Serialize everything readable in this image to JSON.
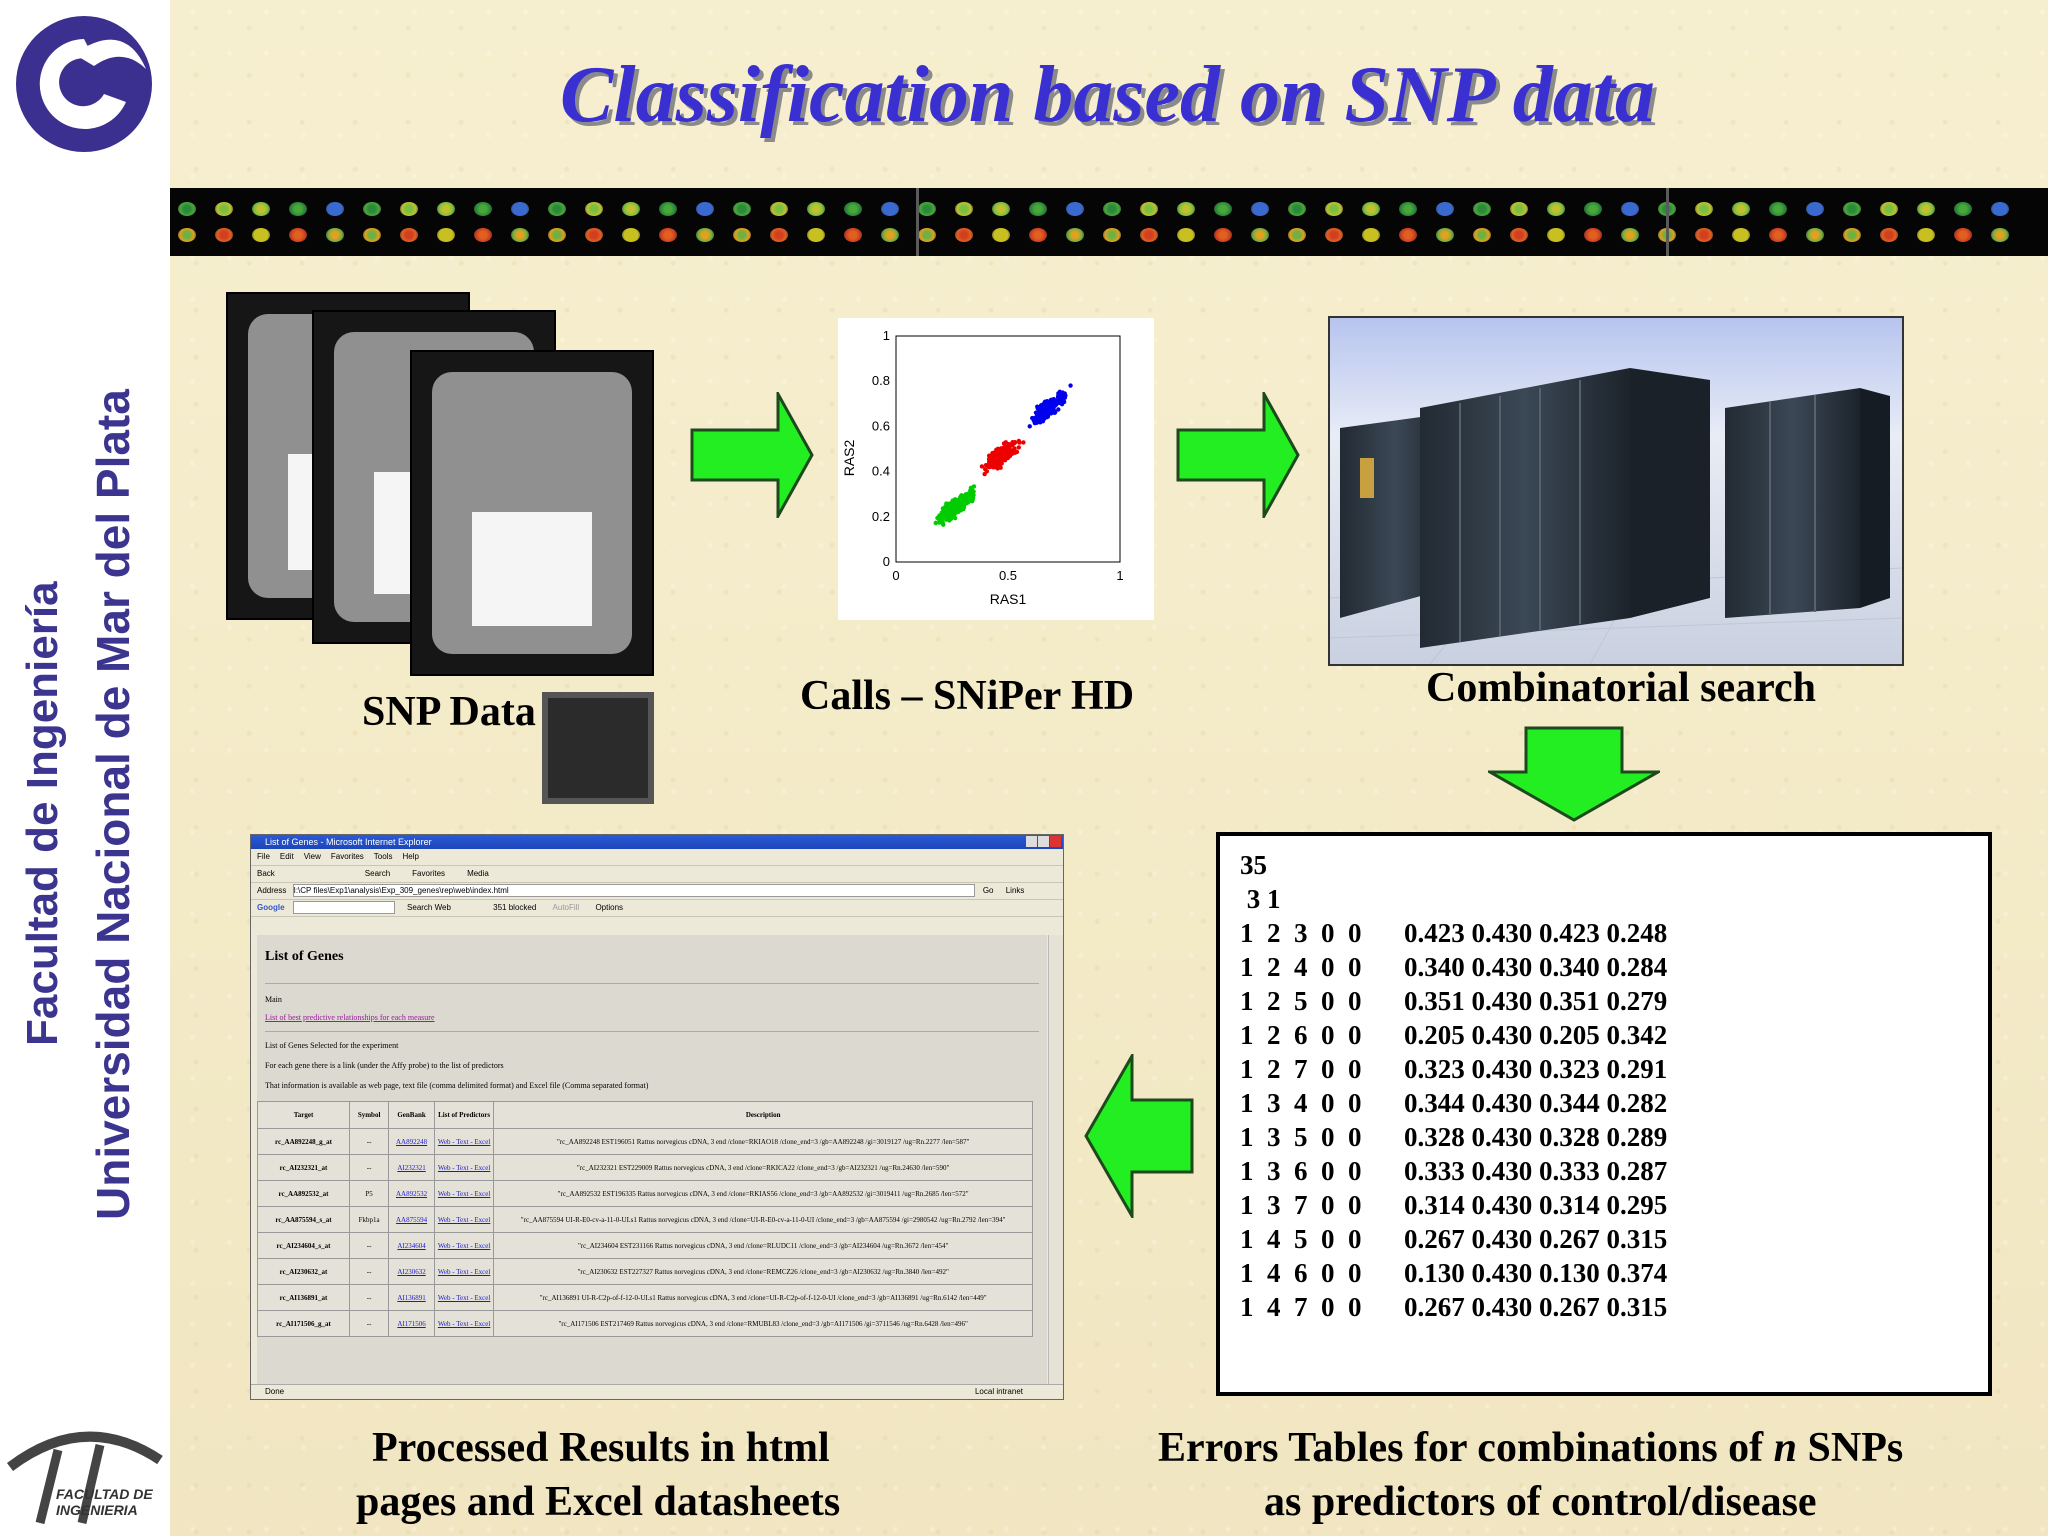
{
  "title": "Classification based on SNP data",
  "sidebar": {
    "line1": "Facultad de Ingeniería",
    "line2": "Universidad Nacional de Mar del Plata",
    "bottom_logo_text_1": "FACULTAD DE",
    "bottom_logo_text_2": "INGENIERIA"
  },
  "steps": {
    "snp_data": "SNP  Data",
    "calls": "Calls – SNiPer HD",
    "combinatorial": "Combinatorial search",
    "processed_1": "Processed Results in html",
    "processed_2": "pages and Excel datasheets",
    "errors_1_a": "Errors Tables for combinations of ",
    "errors_1_n": "n",
    "errors_1_b": " SNPs",
    "errors_2": "as predictors of control/disease"
  },
  "colors": {
    "title": "#3a2fd0",
    "sidebar_text": "#3b3590",
    "arrow_fill": "#22ee22",
    "arrow_stroke": "#1c4a1c"
  },
  "chart_data": {
    "type": "scatter",
    "xlabel": "RAS1",
    "ylabel": "RAS2",
    "xlim": [
      0,
      1
    ],
    "ylim": [
      0,
      1
    ],
    "x_ticks": [
      "0",
      "0.5",
      "1"
    ],
    "y_ticks": [
      "0",
      "0.2",
      "0.4",
      "0.6",
      "0.8",
      "1"
    ],
    "series": [
      {
        "color": "#00cc00",
        "center": [
          0.27,
          0.25
        ],
        "spread": [
          0.07,
          0.05
        ],
        "n": 220
      },
      {
        "color": "#ee0000",
        "center": [
          0.47,
          0.47
        ],
        "spread": [
          0.07,
          0.05
        ],
        "n": 220
      },
      {
        "color": "#0000ee",
        "center": [
          0.68,
          0.68
        ],
        "spread": [
          0.06,
          0.05
        ],
        "n": 220
      }
    ],
    "grid": false
  },
  "errors_table": {
    "header1": "35",
    "header2": " 3 1",
    "rows": [
      {
        "idx": "1  2  3  0  0",
        "vals": "0.423 0.430 0.423 0.248"
      },
      {
        "idx": "1  2  4  0  0",
        "vals": "0.340 0.430 0.340 0.284"
      },
      {
        "idx": "1  2  5  0  0",
        "vals": "0.351 0.430 0.351 0.279"
      },
      {
        "idx": "1  2  6  0  0",
        "vals": "0.205 0.430 0.205 0.342"
      },
      {
        "idx": "1  2  7  0  0",
        "vals": "0.323 0.430 0.323 0.291"
      },
      {
        "idx": "1  3  4  0  0",
        "vals": "0.344 0.430 0.344 0.282"
      },
      {
        "idx": "1  3  5  0  0",
        "vals": "0.328 0.430 0.328 0.289"
      },
      {
        "idx": "1  3  6  0  0",
        "vals": "0.333 0.430 0.333 0.287"
      },
      {
        "idx": "1  3  7  0  0",
        "vals": "0.314 0.430 0.314 0.295"
      },
      {
        "idx": "1  4  5  0  0",
        "vals": "0.267 0.430 0.267 0.315"
      },
      {
        "idx": "1  4  6  0  0",
        "vals": "0.130 0.430 0.130 0.374"
      },
      {
        "idx": "1  4  7  0  0",
        "vals": "0.267 0.430 0.267 0.315"
      }
    ]
  },
  "browser": {
    "window_title": "List of Genes - Microsoft Internet Explorer",
    "menu": [
      "File",
      "Edit",
      "View",
      "Favorites",
      "Tools",
      "Help"
    ],
    "toolbar": [
      "Back",
      "Search",
      "Favorites",
      "Media"
    ],
    "address_label": "Address",
    "address": "I:\\CP files\\Exp1\\analysis\\Exp_309_genes\\rep\\web\\index.html",
    "go": "Go",
    "links": "Links",
    "google": "Google",
    "search_web": "Search Web",
    "blocked": "351 blocked",
    "autofill": "AutoFill",
    "options": "Options",
    "page_heading": "List of Genes",
    "main": "Main",
    "link_best": "List of best predictive relationships for each measure",
    "line1": "List of Genes Selected for the experiment",
    "line2": "For each gene there is a link (under the Affy probe) to the list of predictors",
    "line3": "That information is available as web page, text file (comma delimited format) and Excel file (Comma separated format)",
    "columns": [
      "Target",
      "Symbol",
      "GenBank",
      "List of Predictors",
      "Description"
    ],
    "rows": [
      {
        "target": "rc_AA892248_g_at",
        "symbol": "--",
        "genbank": "AA892248",
        "pred": "Web - Text - Excel",
        "desc": "\"rc_AA892248 EST196051 Rattus norvegicus cDNA, 3 end /clone=RKIAO18 /clone_end=3 /gb=AA892248 /gi=3019127 /ug=Rn.2277 /len=587\""
      },
      {
        "target": "rc_AI232321_at",
        "symbol": "--",
        "genbank": "AI232321",
        "pred": "Web - Text - Excel",
        "desc": "\"rc_AI232321 EST229009 Rattus norvegicus cDNA, 3 end /clone=RKICA22 /clone_end=3 /gb=AI232321 /ug=Rn.24630 /len=590\""
      },
      {
        "target": "rc_AA892532_at",
        "symbol": "P5",
        "genbank": "AA892532",
        "pred": "Web - Text - Excel",
        "desc": "\"rc_AA892532 EST196335 Rattus norvegicus cDNA, 3 end /clone=RKIAS56 /clone_end=3 /gb=AA892532 /gi=3019411 /ug=Rn.2685 /len=572\""
      },
      {
        "target": "rc_AA875594_s_at",
        "symbol": "Fkbp1a",
        "genbank": "AA875594",
        "pred": "Web - Text - Excel",
        "desc": "\"rc_AA875594 UI-R-E0-cv-a-11-0-UI.s1 Rattus norvegicus cDNA, 3 end /clone=UI-R-E0-cv-a-11-0-UI /clone_end=3 /gb=AA875594 /gi=2980542 /ug=Rn.2792 /len=394\""
      },
      {
        "target": "rc_AI234604_s_at",
        "symbol": "--",
        "genbank": "AI234604",
        "pred": "Web - Text - Excel",
        "desc": "\"rc_AI234604 EST231166 Rattus norvegicus cDNA, 3 end /clone=RLUDC11 /clone_end=3 /gb=AI234604 /ug=Rn.3672 /len=454\""
      },
      {
        "target": "rc_AI230632_at",
        "symbol": "--",
        "genbank": "AI230632",
        "pred": "Web - Text - Excel",
        "desc": "\"rc_AI230632 EST227327 Rattus norvegicus cDNA, 3 end /clone=REMCZ26 /clone_end=3 /gb=AI230632 /ug=Rn.3840 /len=492\""
      },
      {
        "target": "rc_AI136891_at",
        "symbol": "--",
        "genbank": "AI136891",
        "pred": "Web - Text - Excel",
        "desc": "\"rc_AI136891 UI-R-C2p-of-f-12-0-UI.s1 Rattus norvegicus cDNA, 3 end /clone=UI-R-C2p-of-f-12-0-UI /clone_end=3 /gb=AI136891 /ug=Rn.6142 /len=449\""
      },
      {
        "target": "rc_AI171506_g_at",
        "symbol": "--",
        "genbank": "AI171506",
        "pred": "Web - Text - Excel",
        "desc": "\"rc_AI171506 EST217469 Rattus norvegicus cDNA, 3 end /clone=RMUBL83 /clone_end=3 /gb=AI171506 /gi=3711546 /ug=Rn.6428 /len=496\""
      }
    ],
    "status_done": "Done",
    "status_zone": "Local intranet"
  }
}
